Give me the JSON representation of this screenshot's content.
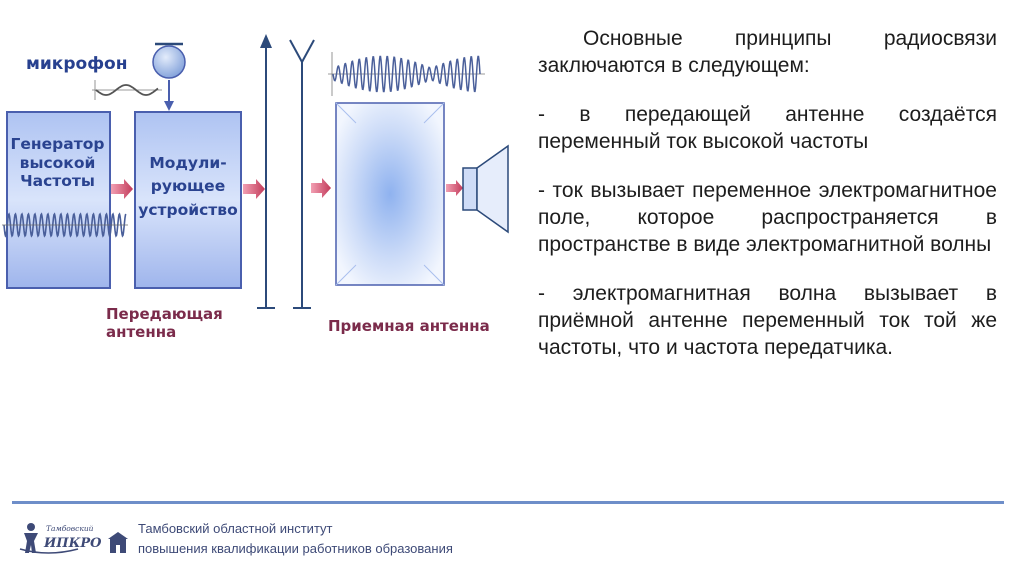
{
  "diagram": {
    "microphone_label": "микрофон",
    "generator_label": "Генератор\nвысокой\nЧастоты",
    "modulator_label": "Модули-\nрующее\nустройство",
    "transmit_antenna_label": "Передающая\nантенна",
    "receive_antenna_label": "Приемная антенна",
    "colors": {
      "block_outline": "#4a5fae",
      "block_fill_top": "#9bb4ee",
      "arrow": "#c23a5a",
      "antenna": "#2c4a7a",
      "signal": "#4a5f9a"
    }
  },
  "text": {
    "intro": "Основные принципы радиосвязи заключаются в следующем:",
    "point1": "- в передающей антенне создаётся переменный ток высокой частоты",
    "point2": "- ток вызывает переменное электромагнитное поле, которое распространяется в пространстве в виде электромагнитной волны",
    "point3": "- электромагнитная волна вызывает в приёмной антенне переменный ток той же частоты, что и частота передатчика."
  },
  "footer": {
    "logo_small": "Тамбовский",
    "logo_main": "ИПКРО",
    "line1": "Тамбовский областной институт",
    "line2": "повышения квалификации работников образования"
  }
}
